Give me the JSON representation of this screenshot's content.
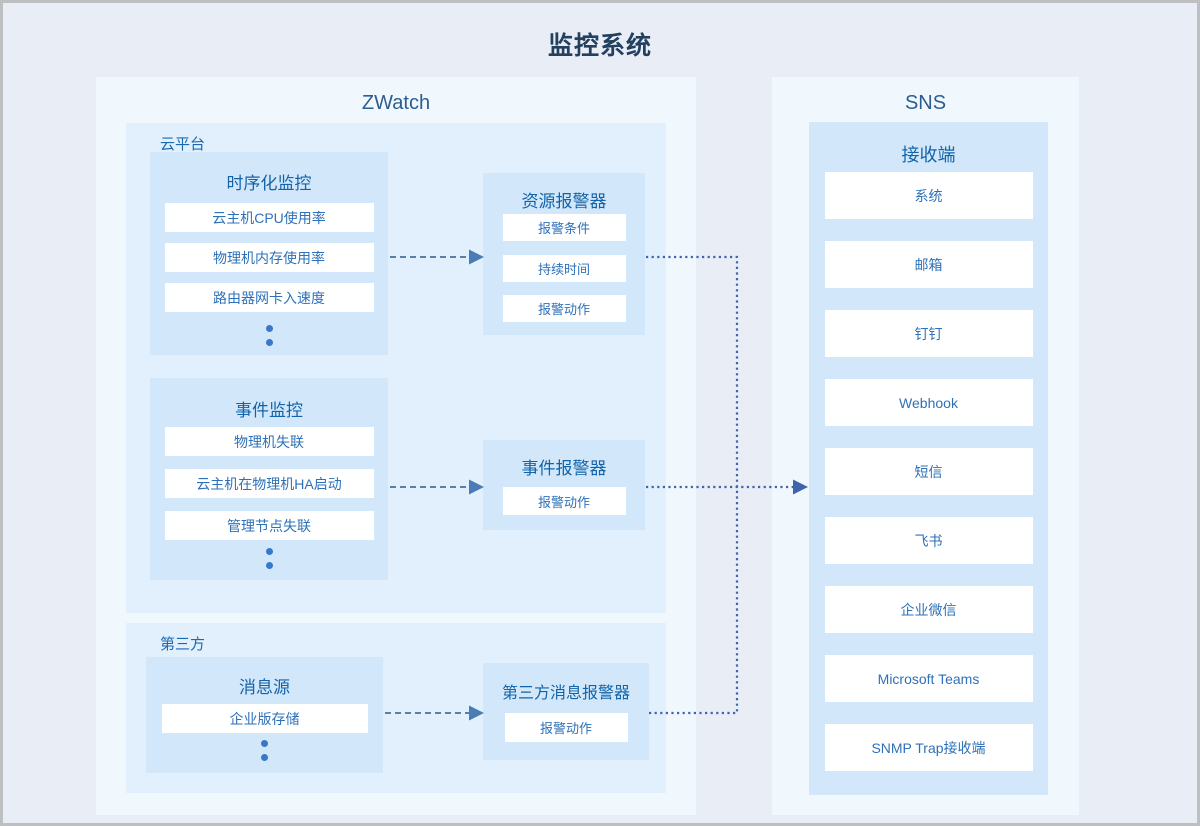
{
  "title": "监控系统",
  "zwatch": {
    "title": "ZWatch",
    "cloud_platform": {
      "label": "云平台",
      "timeseries": {
        "title": "时序化监控",
        "items": [
          "云主机CPU使用率",
          "物理机内存使用率",
          "路由器网卡入速度"
        ]
      },
      "events": {
        "title": "事件监控",
        "items": [
          "物理机失联",
          "云主机在物理机HA启动",
          "管理节点失联"
        ]
      },
      "resource_alarm": {
        "title": "资源报警器",
        "items": [
          "报警条件",
          "持续时间",
          "报警动作"
        ]
      },
      "event_alarm": {
        "title": "事件报警器",
        "items": [
          "报警动作"
        ]
      }
    },
    "third_party": {
      "label": "第三方",
      "message_source": {
        "title": "消息源",
        "items": [
          "企业版存储"
        ]
      },
      "third_party_alarm": {
        "title": "第三方消息报警器",
        "items": [
          "报警动作"
        ]
      }
    }
  },
  "sns": {
    "title": "SNS",
    "receiver": {
      "title": "接收端",
      "items": [
        "系统",
        "邮箱",
        "钉钉",
        "Webhook",
        "短信",
        "飞书",
        "企业微信",
        "Microsoft Teams",
        "SNMP Trap接收端"
      ]
    }
  },
  "colors": {
    "page_bg": "#e8edf6",
    "page_border": "#bdbfc1",
    "panel_bg": "#f0f8fe",
    "section_bg": "#e1f0fc",
    "box_bg": "#d2e8fa",
    "item_bg": "#ffffff",
    "main_title_text": "#24405f",
    "panel_title_text": "#2d5c8f",
    "box_title_text": "#1263a9",
    "item_text": "#2e71b8",
    "dashed_arrow": "#5b7ea9",
    "dashed_arrowhead": "#4a7cb8",
    "dotted_connector": "#3f63ad",
    "ellipsis_dot": "#3a77c9"
  }
}
